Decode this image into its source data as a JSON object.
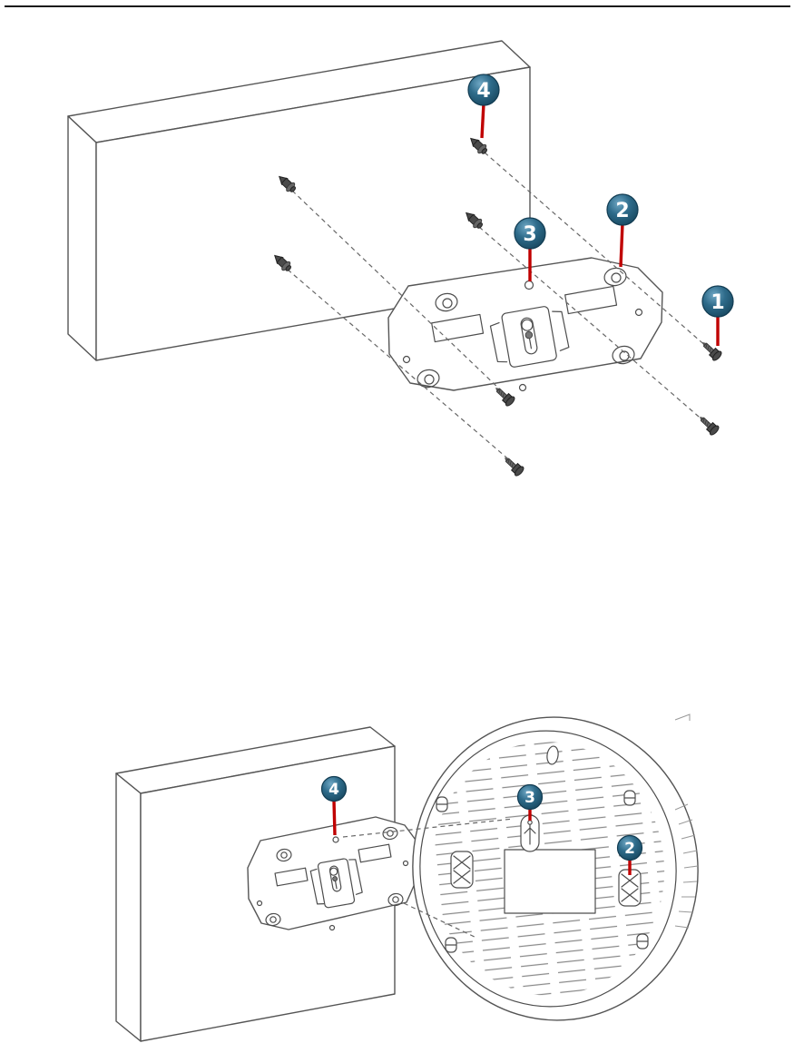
{
  "page": {
    "background": "#ffffff",
    "top_rule_color": "#1a1a1a"
  },
  "colors": {
    "line_art": "#4d4d4d",
    "line_art_light": "#999999",
    "dashed_line": "#666666",
    "hardware_fill": "#4a4a4a",
    "callout_line": "#c00000",
    "badge_light": "#6fa7c4",
    "badge_mid": "#2e6b8a",
    "badge_dark": "#16455c",
    "badge_text_color": "#ffffff"
  },
  "figures": {
    "top": {
      "callouts": {
        "c1": "1",
        "c2": "2",
        "c3": "3",
        "c4": "4"
      }
    },
    "bottom": {
      "callouts": {
        "c2": "2",
        "c3": "3",
        "c4": "4"
      }
    }
  }
}
